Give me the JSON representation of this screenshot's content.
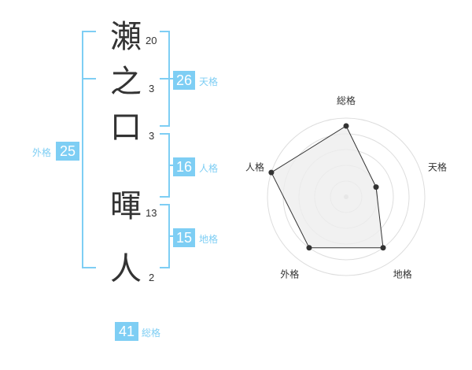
{
  "name": {
    "characters": [
      {
        "kanji": "瀬",
        "strokes": "20"
      },
      {
        "kanji": "之",
        "strokes": "3"
      },
      {
        "kanji": "口",
        "strokes": "3"
      },
      {
        "kanji": "暉",
        "strokes": "13"
      },
      {
        "kanji": "人",
        "strokes": "2"
      }
    ]
  },
  "fortunes": {
    "tenkaku": {
      "value": "26",
      "label": "天格"
    },
    "jinkaku": {
      "value": "16",
      "label": "人格"
    },
    "chikaku": {
      "value": "15",
      "label": "地格"
    },
    "gaikaku": {
      "value": "25",
      "label": "外格"
    },
    "soukaku": {
      "value": "41",
      "label": "総格"
    }
  },
  "colors": {
    "accent": "#7ecef4",
    "text": "#333333",
    "radar_fill": "#eeeeee",
    "radar_grid": "#dddddd"
  },
  "chart_data": {
    "type": "radar",
    "axes": [
      "総格",
      "天格",
      "地格",
      "外格",
      "人格"
    ],
    "values": [
      4.5,
      2.0,
      4.0,
      4.0,
      5.0
    ],
    "max": 5,
    "rings": 5
  }
}
